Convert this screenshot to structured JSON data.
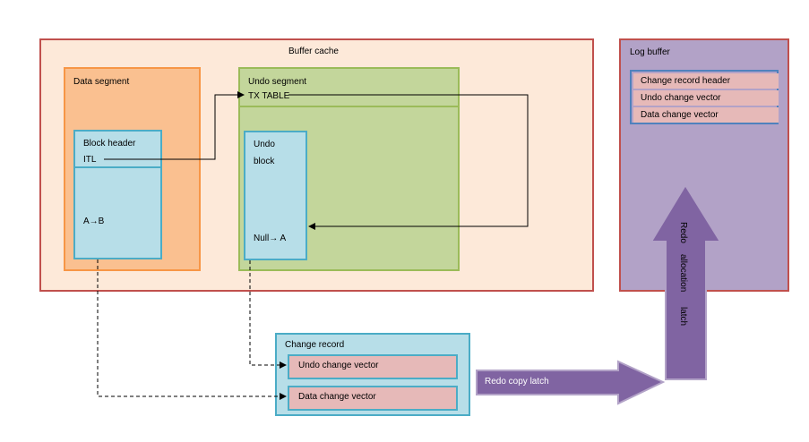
{
  "buffer_cache": {
    "title": "Buffer cache"
  },
  "data_segment": {
    "title": "Data segment",
    "block_header": "Block header",
    "itl": "ITL",
    "change": "A→B"
  },
  "undo_segment": {
    "title": "Undo segment",
    "tx_table": "TX TABLE",
    "undo_block_line1": "Undo",
    "undo_block_line2": "block",
    "change": "Null→ A"
  },
  "log_buffer": {
    "title": "Log buffer",
    "records": [
      "Change record header",
      "Undo change vector",
      "Data change vector"
    ]
  },
  "change_record": {
    "title": "Change record",
    "undo_vector": "Undo change vector",
    "data_vector": "Data change vector"
  },
  "arrows": {
    "redo_copy_latch": "Redo    copy    latch",
    "redo_allocation_latch": [
      "Redo",
      "allocation",
      "latch"
    ]
  },
  "colors": {
    "buffer_cache_fill": "#fde9d9",
    "border_red": "#c0504d",
    "data_segment_fill": "#fac090",
    "undo_segment_fill": "#c3d69b",
    "block_fill": "#b7dee8",
    "log_buffer_fill": "#b2a2c7",
    "record_fill": "#e6b9b8",
    "arrow_purple": "#8064a2"
  }
}
